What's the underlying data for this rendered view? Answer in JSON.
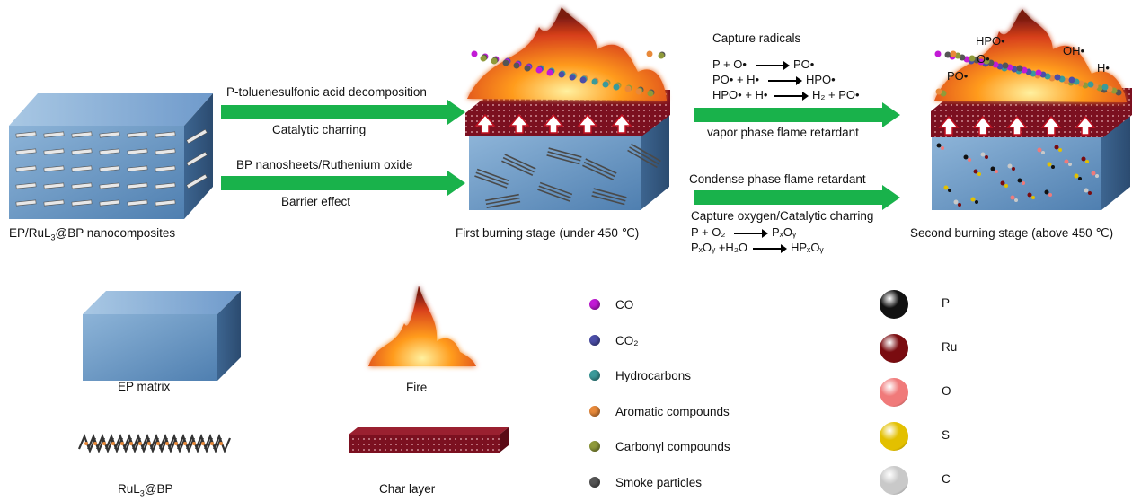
{
  "labels": {
    "nanocomposite": "EP/RuL",
    "nanocomposite_sub": "3",
    "nanocomposite_tail": "@BP nanocomposites",
    "first_stage": "First burning stage (under 450 ℃)",
    "second_stage": "Second burning stage (above 450 ℃)",
    "decomp": "P-toluenesulfonic acid decomposition",
    "catalytic": "Catalytic charring",
    "bp_ru": "BP nanosheets/Ruthenium oxide",
    "barrier": "Barrier effect",
    "capture_radicals": "Capture radicals",
    "vapor": "vapor phase flame retardant",
    "condense": "Condense phase flame retardant",
    "capture_oxygen": "Capture oxygen/Catalytic charring"
  },
  "equations_vapor": [
    {
      "lhs": "P + O•",
      "rhs": "PO•"
    },
    {
      "lhs": "PO• + H•",
      "rhs": "HPO•"
    },
    {
      "lhs": "HPO• + H•",
      "rhs": "H₂ + PO•"
    }
  ],
  "equations_condense": [
    {
      "lhs": "P + O₂",
      "rhs": "PₓOᵧ"
    },
    {
      "lhs": "PₓOᵧ +H₂O",
      "rhs": "HPₓOᵧ"
    }
  ],
  "radicals": {
    "hpo": "HPO•",
    "o": "O•",
    "po": "PO•",
    "oh": "OH•",
    "h": "H•"
  },
  "legend": {
    "ep_matrix": "EP matrix",
    "fire": "Fire",
    "rul3bp": "RuL",
    "rul3bp_sub": "3",
    "rul3bp_tail": "@BP",
    "char_layer": "Char layer"
  },
  "gas_legend": [
    {
      "name": "CO",
      "color": "#c21ad6"
    },
    {
      "name": "CO₂",
      "color": "#4b4ea8"
    },
    {
      "name": "Hydrocarbons",
      "color": "#3a9a9a"
    },
    {
      "name": "Aromatic compounds",
      "color": "#e8893a"
    },
    {
      "name": "Carbonyl compounds",
      "color": "#8f9a3a"
    },
    {
      "name": "Smoke particles",
      "color": "#555555"
    }
  ],
  "atom_legend": [
    {
      "name": "P",
      "color": "#111111"
    },
    {
      "name": "Ru",
      "color": "#7a0c10"
    },
    {
      "name": "O",
      "color": "#f07a7a"
    },
    {
      "name": "S",
      "color": "#e3c000"
    },
    {
      "name": "C",
      "color": "#c9c9c9"
    }
  ],
  "colors": {
    "arrow": "#19b24b",
    "matrix": "#5f8fbf",
    "char": "#7b1020"
  }
}
